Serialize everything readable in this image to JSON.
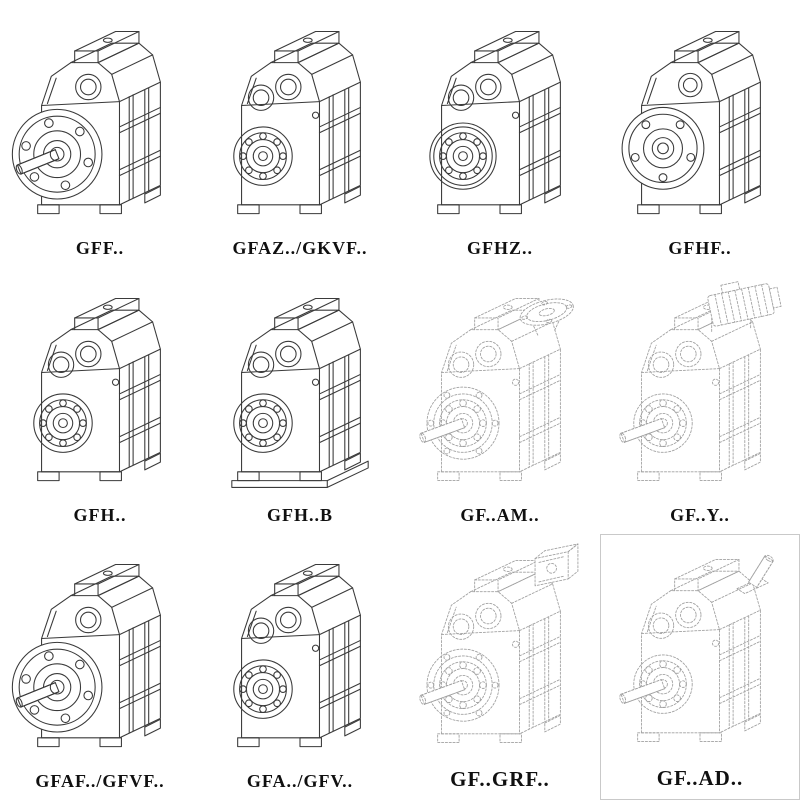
{
  "page": {
    "background": "#ffffff"
  },
  "drawing_style": {
    "solid_line": "#3a3a3a",
    "dashed_line": "#a0a0a0",
    "label_color": "#101010"
  },
  "grid": {
    "cells": [
      {
        "label": "GFF..",
        "drawing": "gearbox-output-flange-with-shaft"
      },
      {
        "label": "GFAZ../GKVF..",
        "drawing": "gearbox-shaft-mounted"
      },
      {
        "label": "GFHZ..",
        "drawing": "gearbox-hollow-shaft"
      },
      {
        "label": "GFHF..",
        "drawing": "gearbox-flange-hollow-bore"
      },
      {
        "label": "GFH..",
        "drawing": "gearbox-hollow-shaft-basic"
      },
      {
        "label": "GFH..B",
        "drawing": "gearbox-hollow-shaft-foot-mounted"
      },
      {
        "label": "GF..AM..",
        "drawing": "gearbox-with-motor-adapter-flange-dashed"
      },
      {
        "label": "GF..Y..",
        "drawing": "gearbox-with-mounted-motor-dashed"
      },
      {
        "label": "GFAF../GFVF..",
        "drawing": "gearbox-output-flange-with-shaft-variant"
      },
      {
        "label": "GFA../GFV..",
        "drawing": "gearbox-shaft-mounted-variant"
      },
      {
        "label": "GF..GRF..",
        "drawing": "gearbox-with-adapter-box-dashed"
      },
      {
        "label": "GF..AD..",
        "drawing": "gearbox-with-input-shaft-adapter-dashed"
      }
    ]
  }
}
